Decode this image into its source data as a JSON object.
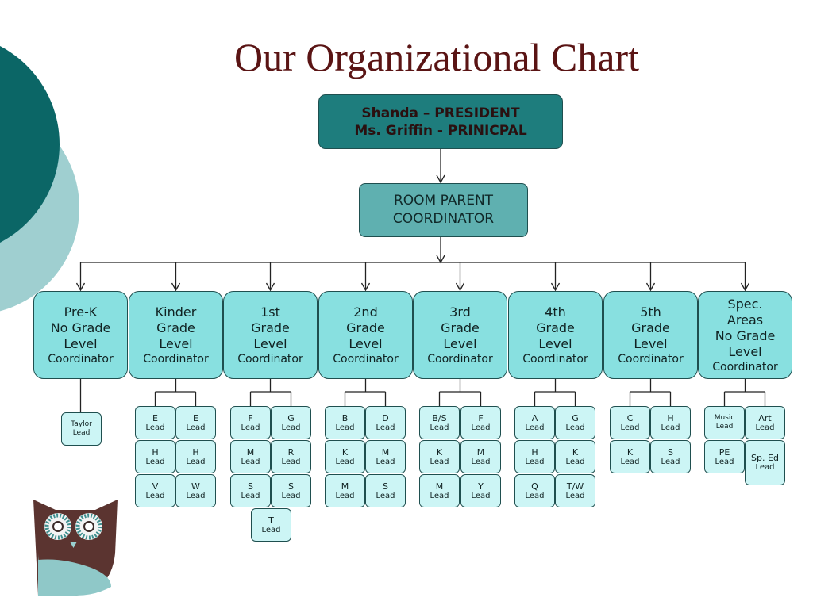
{
  "title": "Our Organizational Chart",
  "president": {
    "line1": "Shanda – PRESIDENT",
    "line2": "Ms. Griffin - PRINICPAL"
  },
  "room_parent": {
    "line1": "ROOM PARENT",
    "line2": "COORDINATOR"
  },
  "levels": [
    {
      "lines": [
        "Pre-K",
        "No Grade",
        "Level"
      ],
      "coord": "Coordinator",
      "leaves": [
        {
          "main": "Taylor",
          "sub": "Lead"
        }
      ]
    },
    {
      "lines": [
        "Kinder",
        "Grade",
        "Level"
      ],
      "coord": "Coordinator",
      "leaves": [
        {
          "main": "E",
          "sub": "Lead"
        },
        {
          "main": "E",
          "sub": "Lead"
        },
        {
          "main": "H",
          "sub": "Lead"
        },
        {
          "main": "H",
          "sub": "Lead"
        },
        {
          "main": "V",
          "sub": "Lead"
        },
        {
          "main": "W",
          "sub": "Lead"
        }
      ]
    },
    {
      "lines": [
        "1st",
        "Grade",
        "Level"
      ],
      "coord": "Coordinator",
      "leaves": [
        {
          "main": "F",
          "sub": "Lead"
        },
        {
          "main": "G",
          "sub": "Lead"
        },
        {
          "main": "M",
          "sub": "Lead"
        },
        {
          "main": "R",
          "sub": "Lead"
        },
        {
          "main": "S",
          "sub": "Lead"
        },
        {
          "main": "S",
          "sub": "Lead"
        },
        {
          "main": "T",
          "sub": "Lead"
        }
      ]
    },
    {
      "lines": [
        "2nd",
        "Grade",
        "Level"
      ],
      "coord": "Coordinator",
      "leaves": [
        {
          "main": "B",
          "sub": "Lead"
        },
        {
          "main": "D",
          "sub": "Lead"
        },
        {
          "main": "K",
          "sub": "Lead"
        },
        {
          "main": "M",
          "sub": "Lead"
        },
        {
          "main": "M",
          "sub": "Lead"
        },
        {
          "main": "S",
          "sub": "Lead"
        }
      ]
    },
    {
      "lines": [
        "3rd",
        "Grade",
        "Level"
      ],
      "coord": "Coordinator",
      "leaves": [
        {
          "main": "B/S",
          "sub": "Lead"
        },
        {
          "main": "F",
          "sub": "Lead"
        },
        {
          "main": "K",
          "sub": "Lead"
        },
        {
          "main": "M",
          "sub": "Lead"
        },
        {
          "main": "M",
          "sub": "Lead"
        },
        {
          "main": "Y",
          "sub": "Lead"
        }
      ]
    },
    {
      "lines": [
        "4th",
        "Grade",
        "Level"
      ],
      "coord": "Coordinator",
      "leaves": [
        {
          "main": "A",
          "sub": "Lead"
        },
        {
          "main": "G",
          "sub": "Lead"
        },
        {
          "main": "H",
          "sub": "Lead"
        },
        {
          "main": "K",
          "sub": "Lead"
        },
        {
          "main": "Q",
          "sub": "Lead"
        },
        {
          "main": "T/W",
          "sub": "Lead"
        }
      ]
    },
    {
      "lines": [
        "5th",
        "Grade",
        "Level"
      ],
      "coord": "Coordinator",
      "leaves": [
        {
          "main": "C",
          "sub": "Lead"
        },
        {
          "main": "H",
          "sub": "Lead"
        },
        {
          "main": "K",
          "sub": "Lead"
        },
        {
          "main": "S",
          "sub": "Lead"
        }
      ]
    },
    {
      "lines": [
        "Spec.",
        "Areas",
        "No Grade",
        "Level"
      ],
      "coord": "Coordinator",
      "leaves": [
        {
          "main": "Music",
          "sub": "Lead"
        },
        {
          "main": "Art",
          "sub": "Lead"
        },
        {
          "main": "PE",
          "sub": "Lead"
        },
        {
          "main": "Sp. Ed",
          "sub": "Lead"
        }
      ]
    }
  ],
  "colors": {
    "title": "#5a1414",
    "president_fill": "#1e7d7d",
    "room_parent_fill": "#5fb0b0",
    "level_fill": "#88e0e0",
    "leaf_fill": "#ccf5f5",
    "deco_dark": "#0b6666",
    "deco_light": "#9fcfd0"
  }
}
